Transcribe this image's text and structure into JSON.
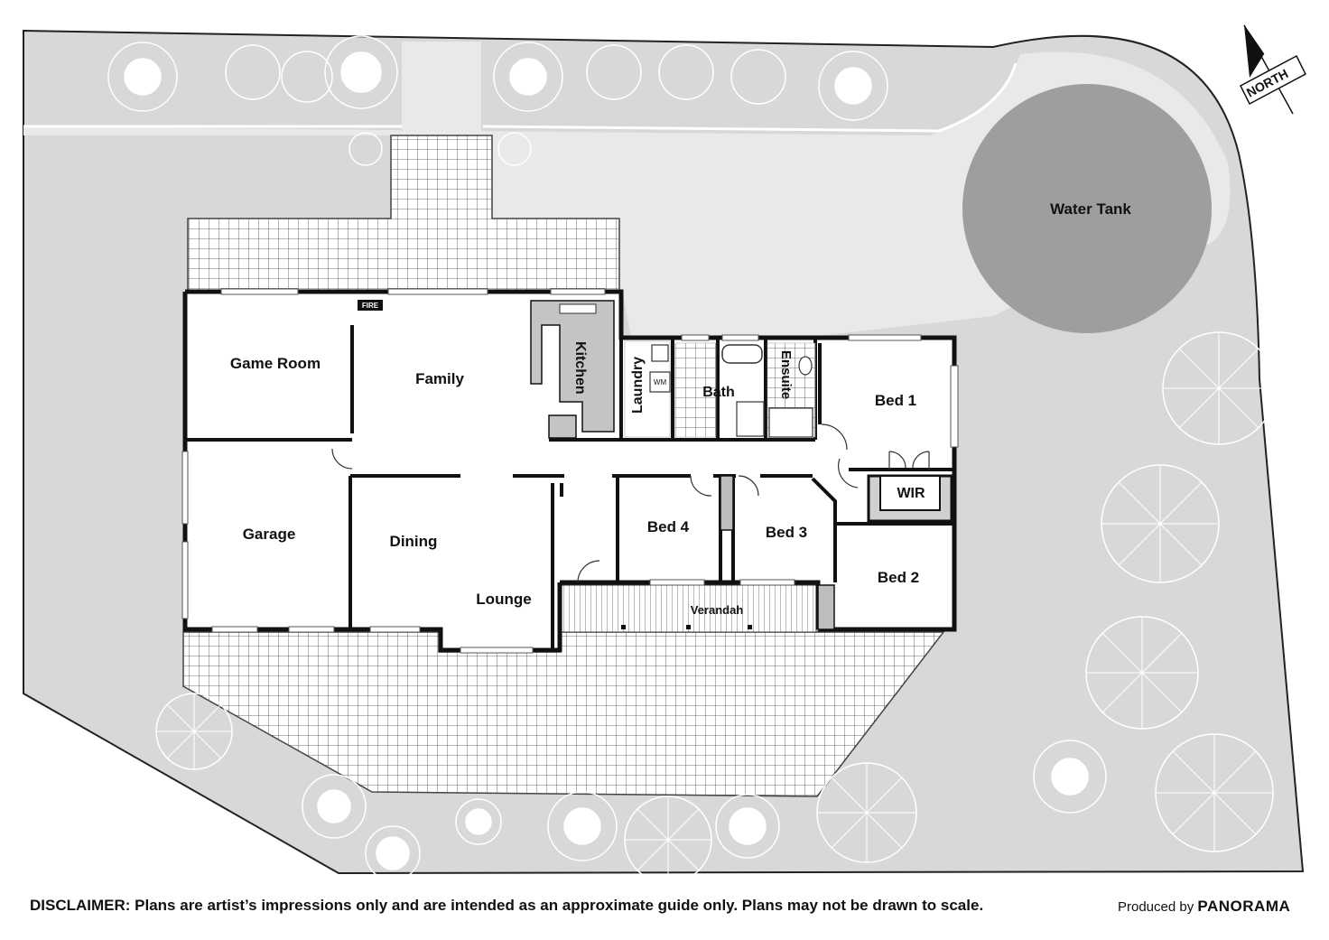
{
  "rooms": {
    "game_room": "Game Room",
    "family": "Family",
    "kitchen": "Kitchen",
    "laundry": "Laundry",
    "bath": "Bath",
    "ensuite": "Ensuite",
    "bed1": "Bed 1",
    "wir": "WIR",
    "garage": "Garage",
    "dining": "Dining",
    "lounge": "Lounge",
    "bed4": "Bed 4",
    "bed3": "Bed 3",
    "bed2": "Bed 2",
    "verandah": "Verandah",
    "water_tank": "Water Tank"
  },
  "fixtures": {
    "fire": "FIRE",
    "wm": "WM"
  },
  "compass": {
    "label": "NORTH"
  },
  "footer": {
    "disclaimer": "DISCLAIMER: Plans are artist’s impressions only and are intended as an approximate guide only. Plans may not be drawn to scale.",
    "produced_by": "Produced by",
    "brand": "PANORAMA"
  },
  "colors": {
    "ground": "#d8d8d8",
    "path": "#e9e9e9",
    "tank": "#9e9e9e",
    "wall": "#111111",
    "floor": "#ffffff"
  }
}
